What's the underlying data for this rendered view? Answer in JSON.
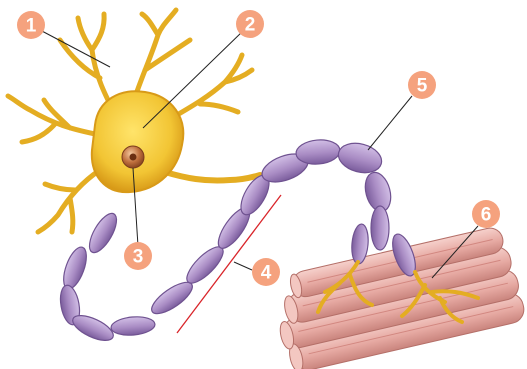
{
  "diagram": {
    "callouts": [
      {
        "id": 1,
        "label": "1"
      },
      {
        "id": 2,
        "label": "2"
      },
      {
        "id": 3,
        "label": "3"
      },
      {
        "id": 4,
        "label": "4"
      },
      {
        "id": 5,
        "label": "5"
      },
      {
        "id": 6,
        "label": "6"
      }
    ],
    "colors": {
      "callout_fill": "#f5a27e",
      "callout_text": "#ffffff",
      "leader_line": "#222222",
      "axon_marker": "#d9252a",
      "cell_body": "#f2c534",
      "dendrite": "#e4ad22",
      "myelin": "#a98cc4",
      "myelin_edge": "#6f5290",
      "muscle": "#e9b3ad",
      "muscle_stripe": "#c97770"
    }
  }
}
